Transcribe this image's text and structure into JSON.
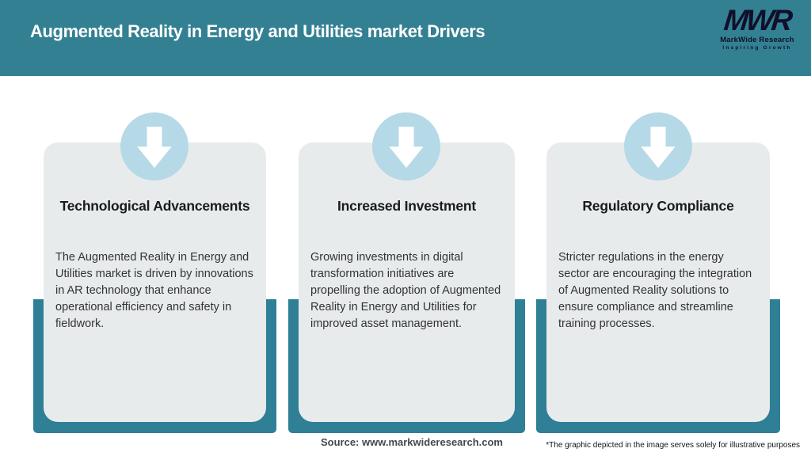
{
  "header": {
    "title": "Augmented Reality in Energy and Utilities market Drivers",
    "logo": {
      "acronym": "MWR",
      "name": "MarkWide Research",
      "tagline": "Inspiring Growth"
    }
  },
  "cards": [
    {
      "icon": "down-arrow-icon",
      "title": "Technological Advancements",
      "description": "The Augmented Reality in Energy and Utilities market is driven by innovations in AR technology that enhance operational efficiency and safety in fieldwork."
    },
    {
      "icon": "down-arrow-icon",
      "title": "Increased Investment",
      "description": "Growing investments in digital transformation initiatives are propelling the adoption of Augmented Reality in Energy and Utilities for improved asset management."
    },
    {
      "icon": "down-arrow-icon",
      "title": "Regulatory Compliance",
      "description": "Stricter regulations in the energy sector are encouraging the integration of Augmented Reality solutions to ensure compliance and streamline training processes."
    }
  ],
  "footer": {
    "source": "Source: www.markwideresearch.com",
    "disclaimer": "*The graphic depicted in the image serves solely for illustrative purposes"
  },
  "colors": {
    "accent_teal": "#338093",
    "shadow_teal": "#2f7f96",
    "circle_blue": "#b5d9e6",
    "card_background": "#e8ebec",
    "title_text": "#1b1b1b",
    "body_text": "#333333",
    "header_text": "#ffffff",
    "logo_text": "#10102a"
  }
}
